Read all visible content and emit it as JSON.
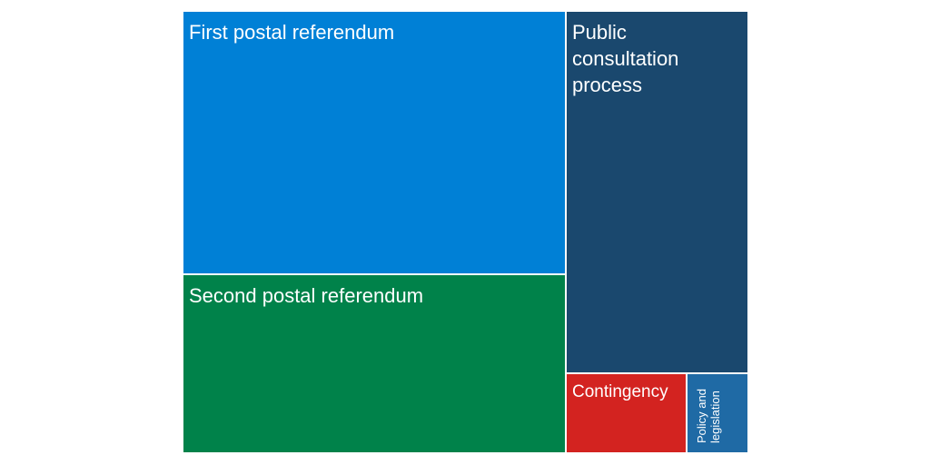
{
  "chart_data": {
    "type": "treemap",
    "title": "",
    "labels": [
      "First postal referendum",
      "Second postal referendum",
      "Public consultation process",
      "Contingency",
      "Policy and legislation"
    ],
    "values": [
      40.5,
      27.4,
      26.4,
      3.8,
      1.9
    ],
    "value_unit": "percent of total area (estimated)",
    "colors": [
      "#0080D6",
      "#00824A",
      "#1A486E",
      "#D32320",
      "#1F6AA5"
    ]
  },
  "tiles": [
    {
      "label": "First postal referendum",
      "color": "#0080D6"
    },
    {
      "label": "Second postal referendum",
      "color": "#00824A"
    },
    {
      "label": "Public consultation process",
      "lines": [
        "Public",
        "consultation",
        "process"
      ],
      "color": "#1A486E"
    },
    {
      "label": "Contingency",
      "color": "#D32320"
    },
    {
      "label": "Policy and legislation",
      "lines": [
        "Policy and",
        "legislation"
      ],
      "color": "#1F6AA5"
    }
  ]
}
